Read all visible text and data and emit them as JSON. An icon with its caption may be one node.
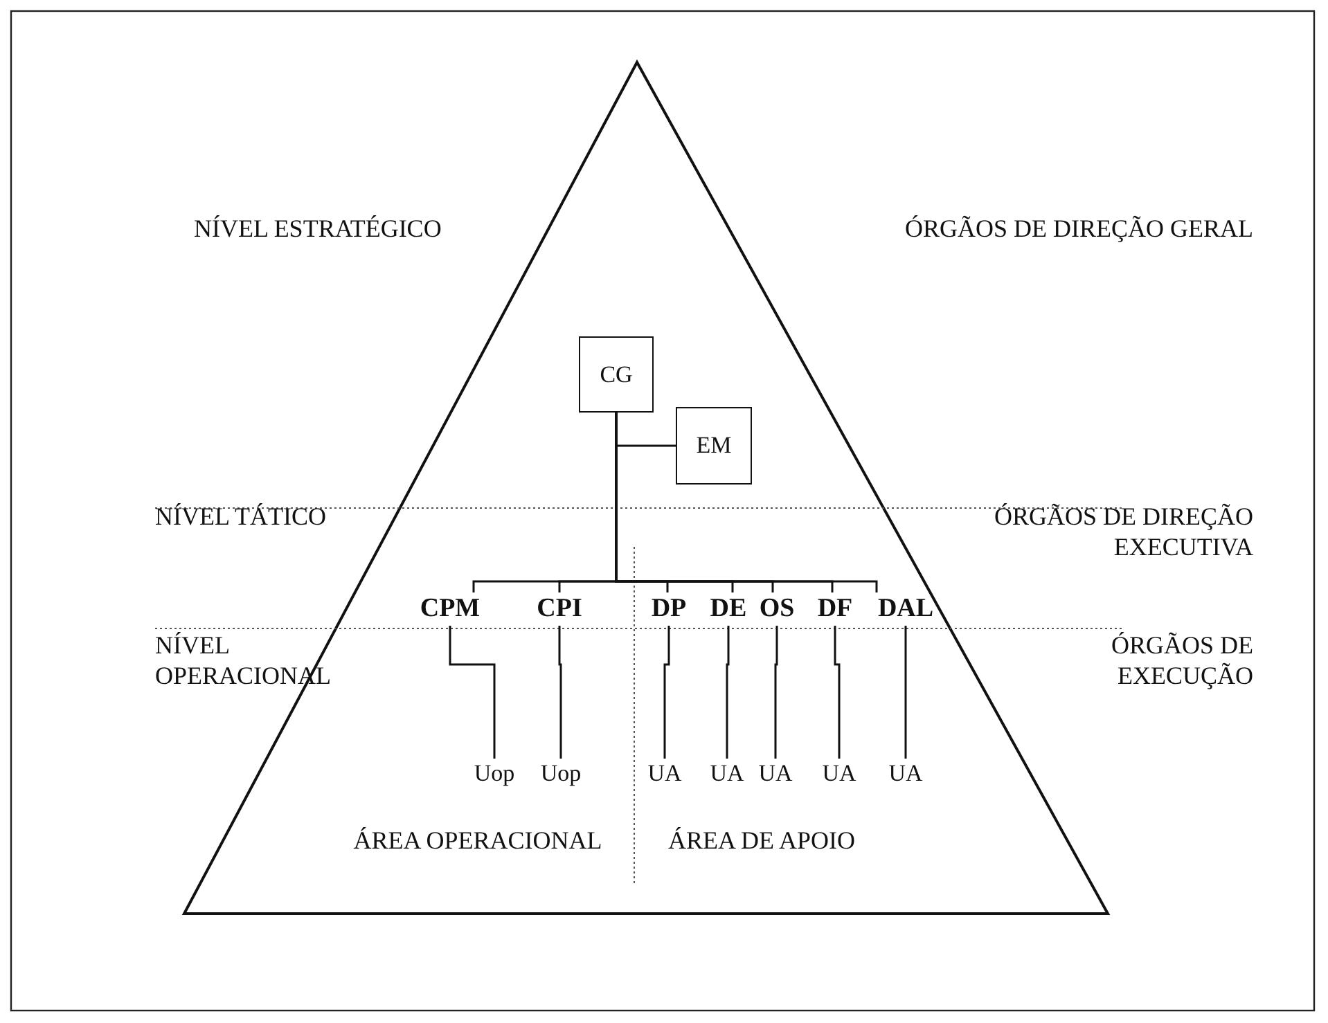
{
  "diagram": {
    "nodes": [
      {
        "text": [
          "CG"
        ]
      },
      {
        "text": [
          "EM"
        ]
      },
      {
        "text": [
          "CPM"
        ]
      },
      {
        "text": [
          "CPI"
        ]
      },
      {
        "text": [
          "DP"
        ]
      },
      {
        "text": [
          "DE"
        ]
      },
      {
        "text": [
          "OS"
        ]
      },
      {
        "text": [
          "DF"
        ]
      },
      {
        "text": [
          "DAL"
        ]
      },
      {
        "text": [
          "Uop"
        ]
      },
      {
        "text": [
          "Uop"
        ]
      },
      {
        "text": [
          "UA"
        ]
      },
      {
        "text": [
          "UA"
        ]
      },
      {
        "text": [
          "UA"
        ]
      },
      {
        "text": [
          "UA"
        ]
      },
      {
        "text": [
          "UA"
        ]
      }
    ],
    "edges": [
      {
        "from": 0,
        "to": 1,
        "arrow": "none"
      },
      {
        "from": 0,
        "to": 2,
        "arrow": "none"
      },
      {
        "from": 0,
        "to": 3,
        "arrow": "none"
      },
      {
        "from": 0,
        "to": 4,
        "arrow": "none"
      },
      {
        "from": 0,
        "to": 5,
        "arrow": "none"
      },
      {
        "from": 0,
        "to": 6,
        "arrow": "none"
      },
      {
        "from": 0,
        "to": 7,
        "arrow": "none"
      },
      {
        "from": 0,
        "to": 8,
        "arrow": "none"
      },
      {
        "from": 2,
        "to": 9,
        "arrow": "none"
      },
      {
        "from": 3,
        "to": 10,
        "arrow": "none"
      },
      {
        "from": 4,
        "to": 11,
        "arrow": "none"
      },
      {
        "from": 5,
        "to": 12,
        "arrow": "none"
      },
      {
        "from": 6,
        "to": 13,
        "arrow": "none"
      },
      {
        "from": 7,
        "to": 14,
        "arrow": "none"
      },
      {
        "from": 8,
        "to": 15,
        "arrow": "none"
      }
    ],
    "labels": [
      "NÍVEL ESTRATÉGICO",
      "ÓRGÃOS DE DIREÇÃO GERAL",
      "NÍVEL TÁTICO",
      "ÓRGÃOS DE DIREÇÃO EXECUTIVA",
      "NÍVEL OPERACIONAL",
      "ÓRGÃOS DE EXECUÇÃO",
      "ÁREA OPERACIONAL",
      "ÁREA DE APOIO"
    ]
  }
}
